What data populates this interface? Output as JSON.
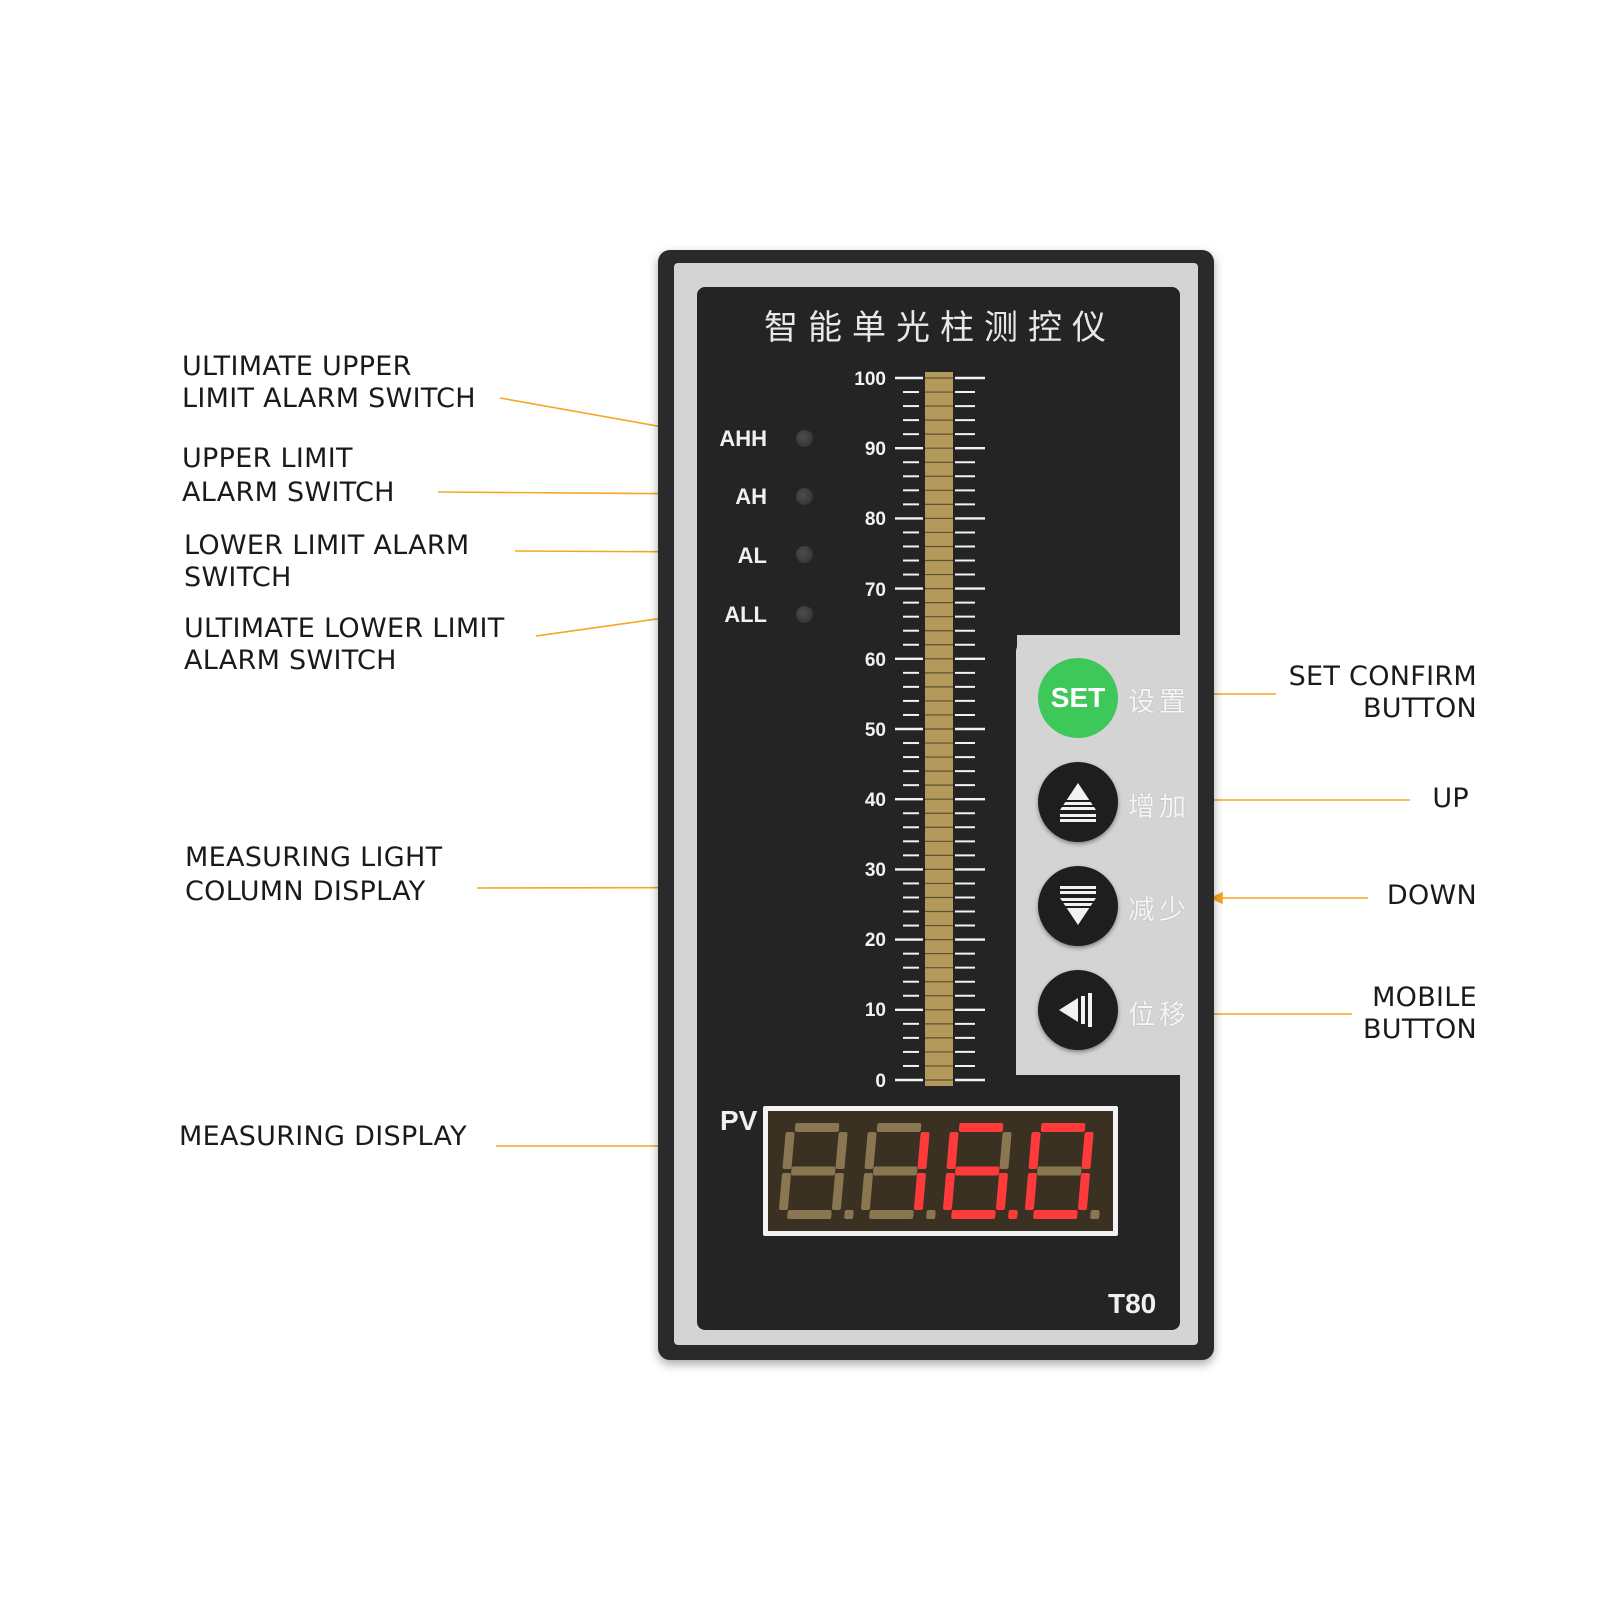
{
  "device": {
    "title": "智能单光柱测控仪",
    "model": "T80",
    "pv_label": "PV",
    "display_reading": "16.0",
    "bar_level_percent": 100,
    "scale": {
      "min": 0,
      "max": 100,
      "labels": [
        "100",
        "90",
        "80",
        "70",
        "60",
        "50",
        "40",
        "30",
        "20",
        "10",
        "0"
      ]
    },
    "alarms": [
      {
        "code": "AHH",
        "lit": false
      },
      {
        "code": "AH",
        "lit": false
      },
      {
        "code": "AL",
        "lit": false
      },
      {
        "code": "ALL",
        "lit": false
      }
    ],
    "keys": [
      {
        "id": "set",
        "face": "SET",
        "label": "设置"
      },
      {
        "id": "up",
        "face": "triangle-up-icon",
        "label": "增加"
      },
      {
        "id": "down",
        "face": "triangle-down-icon",
        "label": "减少"
      },
      {
        "id": "shift",
        "face": "shift-left-icon",
        "label": "位移"
      }
    ]
  },
  "callouts": {
    "ahh": [
      "ULTIMATE UPPER",
      "LIMIT ALARM SWITCH"
    ],
    "ah": [
      "UPPER LIMIT",
      "ALARM SWITCH"
    ],
    "al": [
      "LOWER LIMIT ALARM",
      "SWITCH"
    ],
    "all": [
      "ULTIMATE LOWER LIMIT",
      "ALARM SWITCH"
    ],
    "light_column": [
      "MEASURING LIGHT",
      "COLUMN DISPLAY"
    ],
    "measuring": [
      "MEASURING DISPLAY"
    ],
    "set": [
      "SET CONFIRM",
      "BUTTON"
    ],
    "up": [
      "UP"
    ],
    "down": [
      "DOWN"
    ],
    "mobile": [
      "MOBILE",
      "BUTTON"
    ]
  },
  "colors": {
    "leader": "#f5a623",
    "set_button": "#3fc85a",
    "bar_fill": "#b39a5b",
    "segment_on": "#ff3a3a",
    "segment_off": "#8a7650",
    "panel": "#242424",
    "bezel": "#d4d4d4"
  }
}
